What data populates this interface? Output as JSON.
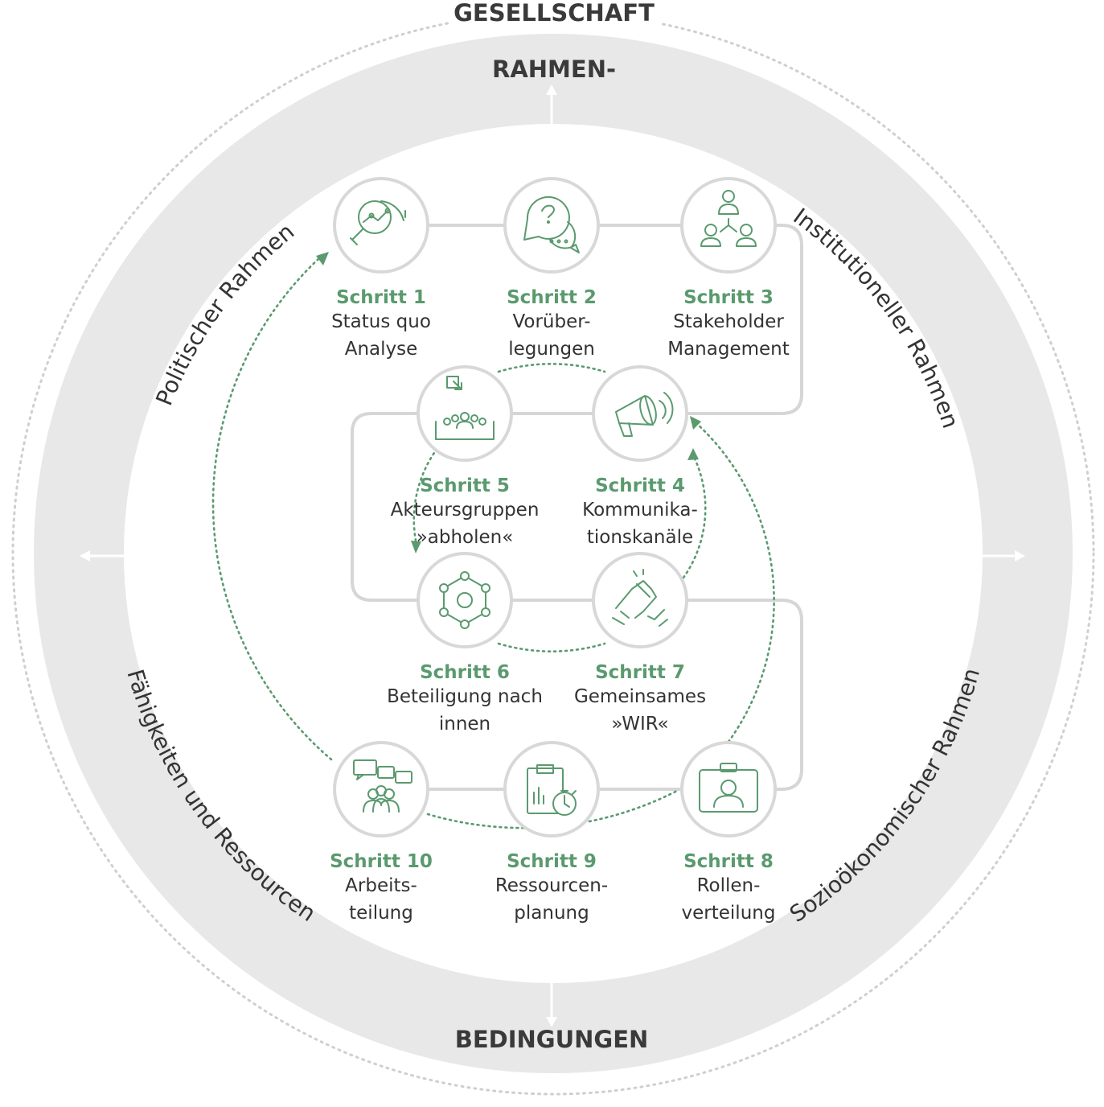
{
  "outer_label": "GESELLSCHAFT",
  "ring_top_label": "RAHMEN-",
  "ring_bottom_label": "BEDINGUNGEN",
  "frames": {
    "political": "Politischer Rahmen",
    "institutional": "Institutioneller Rahmen",
    "socioeconomic": "Sozioökonomischer Rahmen",
    "skills": "Fähigkeiten und Ressourcen"
  },
  "colors": {
    "accent": "#5a9a6e",
    "ring": "#e8e8e8",
    "node_border": "#d8d8d8",
    "text": "#333333"
  },
  "steps": [
    {
      "label": "Schritt 1",
      "line1": "Status quo",
      "line2": "Analyse",
      "icon": "magnifier-chart-icon"
    },
    {
      "label": "Schritt 2",
      "line1": "Vorüber-",
      "line2": "legungen",
      "icon": "speech-bubbles-icon"
    },
    {
      "label": "Schritt 3",
      "line1": "Stakeholder",
      "line2": "Management",
      "icon": "org-chart-icon"
    },
    {
      "label": "Schritt 4",
      "line1": "Kommunika-",
      "line2": "tionskanäle",
      "icon": "megaphone-icon"
    },
    {
      "label": "Schritt 5",
      "line1": "Akteursgruppen",
      "line2": "»abholen«",
      "icon": "group-arrow-icon"
    },
    {
      "label": "Schritt 6",
      "line1": "Beteiligung nach",
      "line2": "innen",
      "icon": "network-hub-icon"
    },
    {
      "label": "Schritt 7",
      "line1": "Gemeinsames",
      "line2": "»WIR«",
      "icon": "handshake-icon"
    },
    {
      "label": "Schritt 8",
      "line1": "Rollen-",
      "line2": "verteilung",
      "icon": "id-badge-icon"
    },
    {
      "label": "Schritt 9",
      "line1": "Ressourcen-",
      "line2": "planung",
      "icon": "clipboard-stopwatch-icon"
    },
    {
      "label": "Schritt 10",
      "line1": "Arbeits-",
      "line2": "teilung",
      "icon": "team-chat-icon"
    }
  ]
}
